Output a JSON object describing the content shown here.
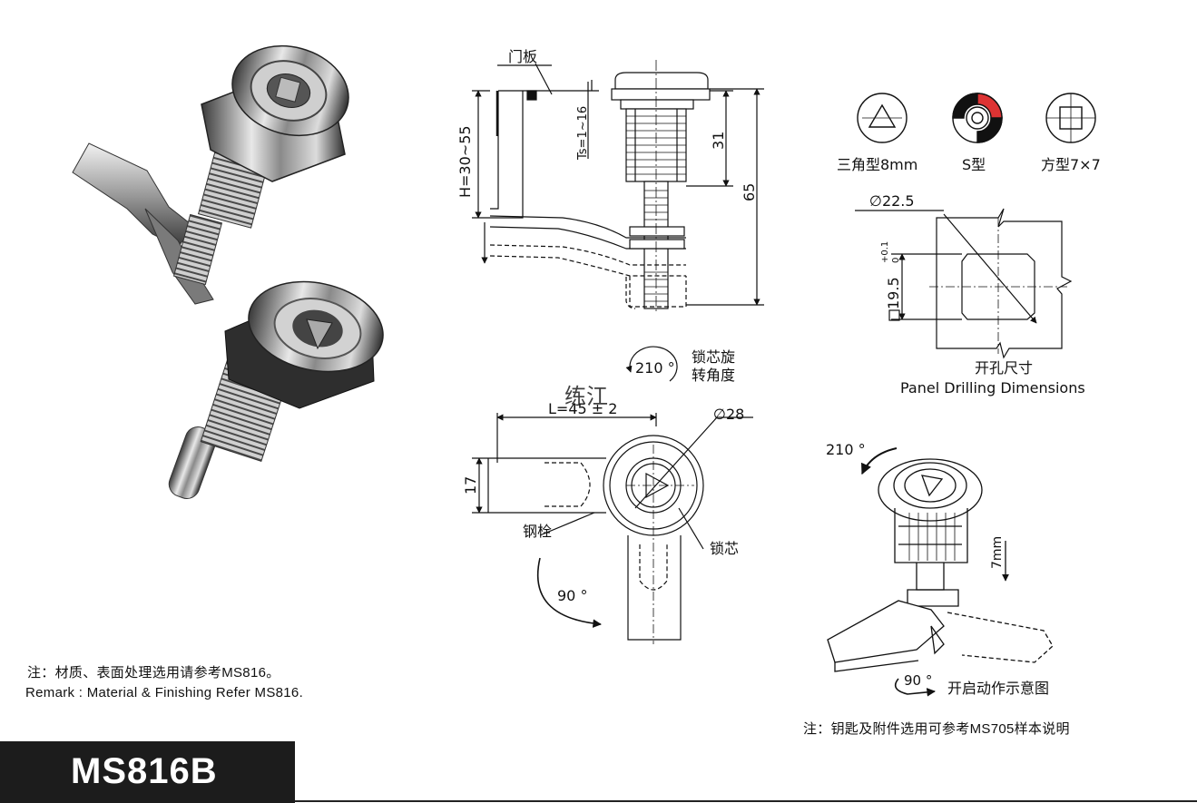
{
  "labels": {
    "door_panel": "门板",
    "thickness": "Ts=1~16",
    "height": "H=30~55",
    "dim_31": "31",
    "dim_65": "65",
    "core_rotation": [
      "锁芯旋",
      "转角度"
    ],
    "rotation_210": "210 °",
    "watermark": "练江",
    "length": "L=45 ± 2",
    "diameter_28": "∅28",
    "dim_17": "17",
    "steel_bolt": "钢栓",
    "lock_core": "锁芯",
    "rotation_90": "90 °"
  },
  "key_types": [
    {
      "label": "三角型8mm",
      "icon": "triangle-key-icon"
    },
    {
      "label": "S型",
      "icon": "s-key-icon"
    },
    {
      "label": "方型7×7",
      "icon": "square-key-icon"
    }
  ],
  "drilling": {
    "diameter": "∅22.5",
    "square": "19.5",
    "tol_upper": "+0.1",
    "tol_lower": "0",
    "title_cn": "开孔尺寸",
    "title_en": "Panel Drilling Dimensions"
  },
  "operation": {
    "rotation": "210 °",
    "travel": "7mm",
    "rotation_90": "90 °",
    "caption": "开启动作示意图"
  },
  "notes": {
    "remark_cn": "注：材质、表面处理选用请参考MS816。",
    "remark_en": "Remark : Material & Finishing Refer MS816.",
    "key_note": "注：钥匙及附件选用可参考MS705样本说明"
  },
  "model": "MS816B"
}
